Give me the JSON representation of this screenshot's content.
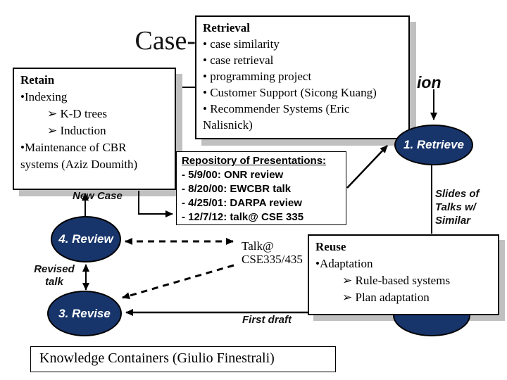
{
  "slide": {
    "title_visible": "Case-",
    "overlap_fragment": "ion"
  },
  "boxes": {
    "retain": {
      "heading": "Retain",
      "lines": [
        "•Indexing",
        "➢ K-D trees",
        "➢ Induction",
        "•Maintenance of CBR\nsystems (Aziz Doumith)"
      ]
    },
    "retrieval": {
      "heading": "Retrieval",
      "lines": [
        "• case similarity",
        "• case retrieval",
        "• programming project",
        "• Customer Support (Sicong Kuang)",
        "• Recommender Systems (Eric\nNalisnick)"
      ]
    },
    "repository": {
      "heading": "Repository of Presentations:",
      "lines": [
        "- 5/9/00: ONR review",
        "- 8/20/00: EWCBR talk",
        "- 4/25/01: DARPA review",
        "- 12/7/12: talk@ CSE 335"
      ]
    },
    "reuse": {
      "heading": "Reuse",
      "lines": [
        "•Adaptation",
        "➢ Rule-based systems",
        "➢ Plan adaptation"
      ]
    },
    "knowledge": {
      "text": "Knowledge Containers (Giulio Finestrali)"
    }
  },
  "ellipses": {
    "retrieve": "1. Retrieve",
    "review": "4. Review",
    "revise": "3. Revise"
  },
  "labels": {
    "new_case": "New Case",
    "revised_talk": "Revised\ntalk",
    "first_draft": "First draft",
    "talk_at": "Talk@\nCSE335/435",
    "slides_of": "Slides of\nTalks w/\nSimilar"
  },
  "colors": {
    "ellipse_fill": "#17356B",
    "shadow": "#C0C0C0"
  }
}
